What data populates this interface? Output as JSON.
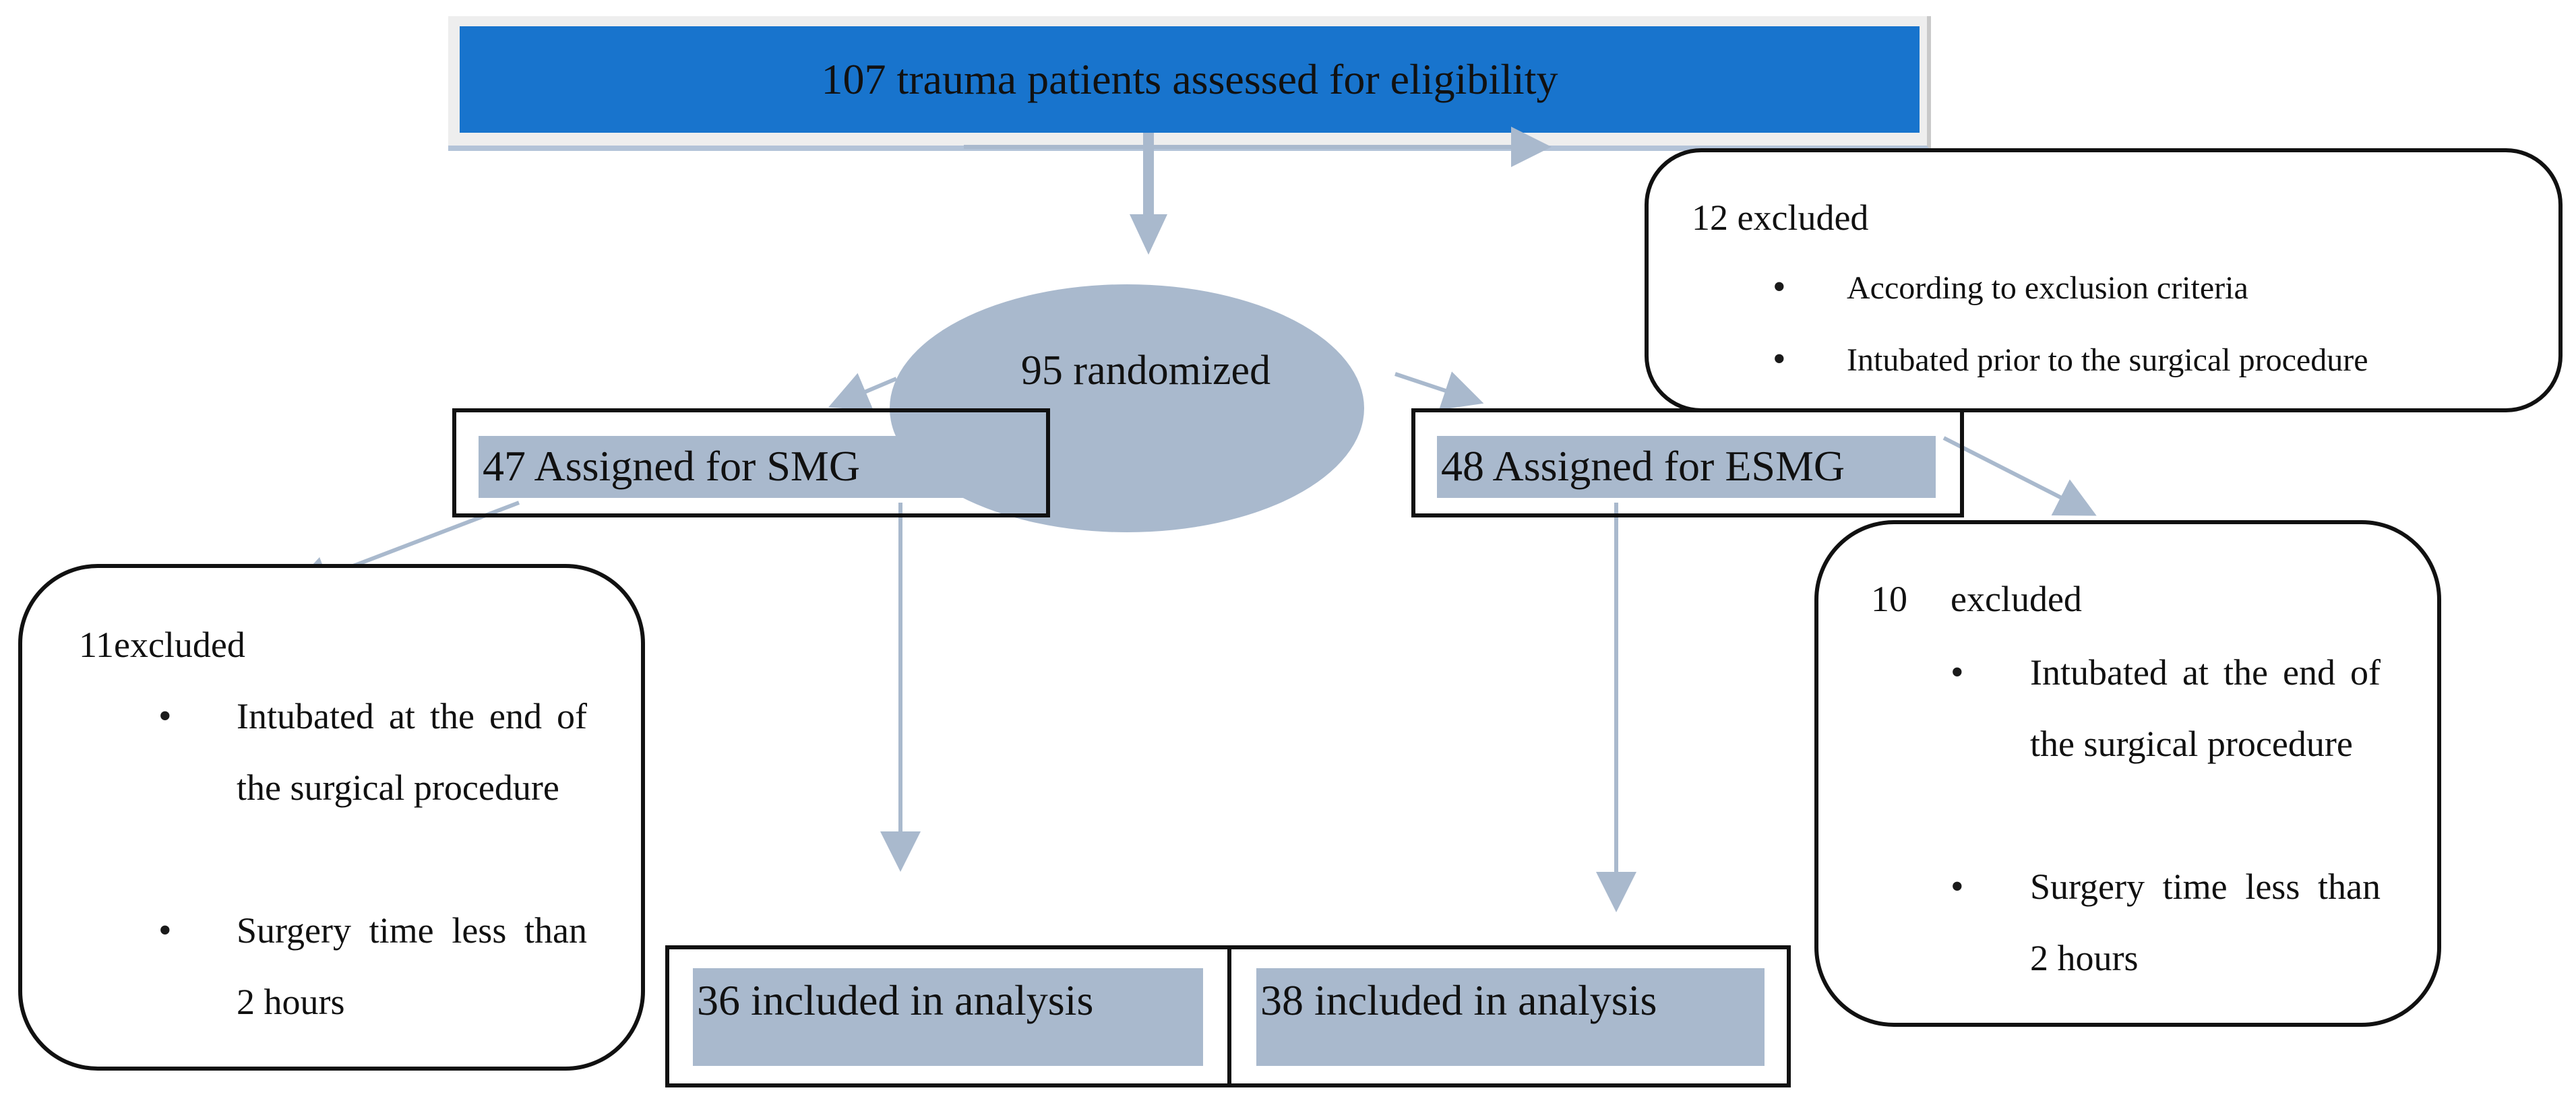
{
  "title": "107 trauma patients assessed for eligibility",
  "randomized": "95 randomized",
  "arms": {
    "smg": {
      "assigned": "47 Assigned for SMG",
      "excluded_title": "11excluded",
      "excluded_items": [
        "Intubated at the end of the surgical procedure",
        "Surgery time less than 2 hours"
      ],
      "included": "36 included in analysis"
    },
    "esmg": {
      "assigned": "48 Assigned for ESMG",
      "excluded_count": "10",
      "excluded_word": "excluded",
      "excluded_items": [
        "Intubated at the end of the surgical procedure",
        "Surgery time less than 2 hours"
      ],
      "included": "38 included in analysis"
    }
  },
  "initial_exclusion": {
    "title": "12 excluded",
    "items": [
      "According to exclusion criteria",
      "Intubated prior to the surgical procedure"
    ]
  },
  "colors": {
    "title_bar": "#1874cd",
    "node_fill": "#a9b9cd",
    "arrow": "#a9b9cd",
    "outline": "#111111"
  }
}
